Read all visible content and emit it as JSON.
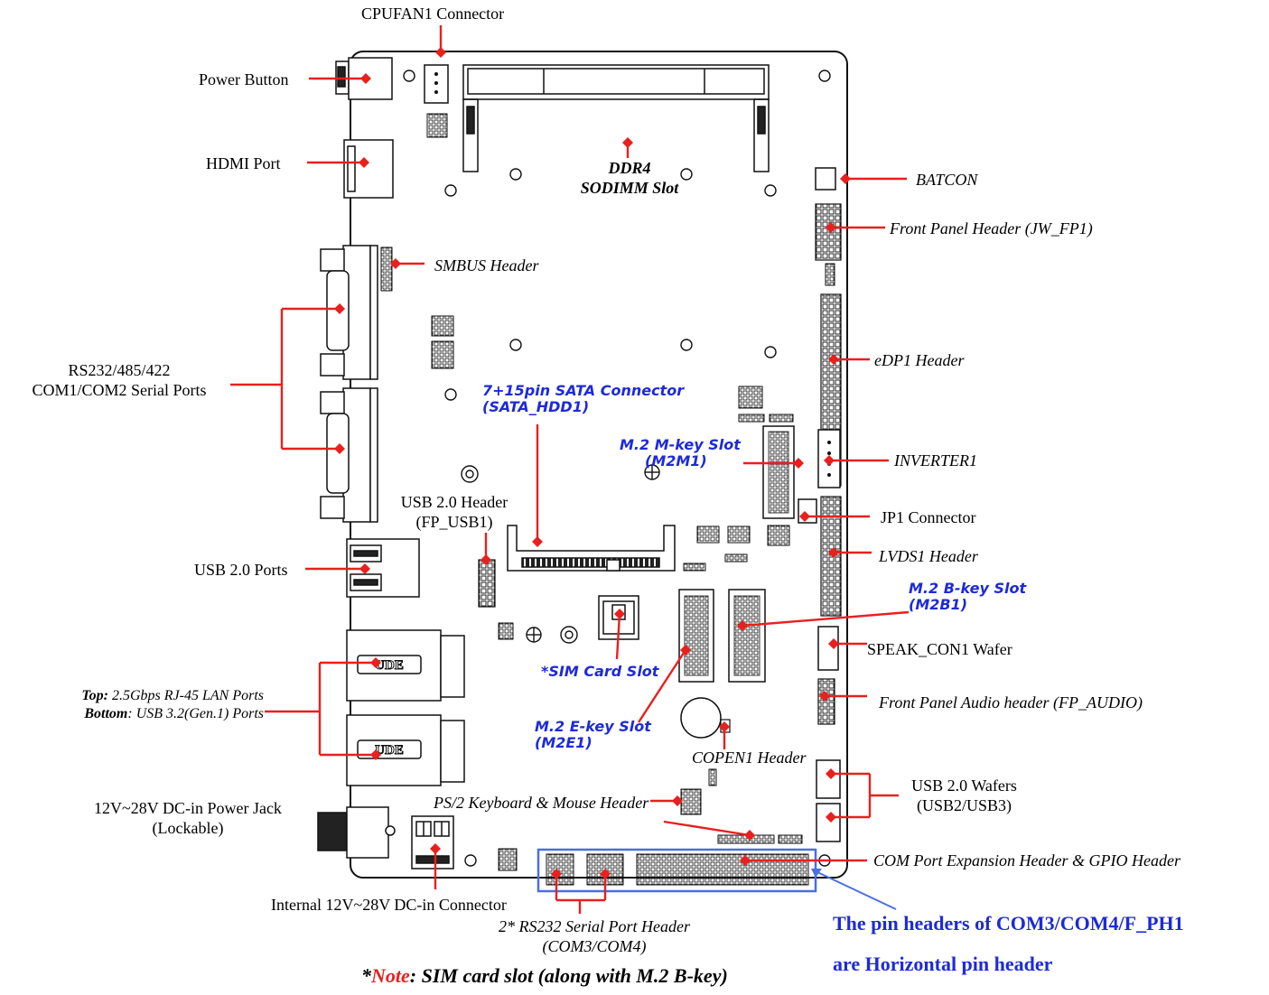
{
  "labels": {
    "cpufan": "CPUFAN1 Connector",
    "power_button": "Power Button",
    "hdmi": "HDMI Port",
    "ddr4_line1": "DDR4",
    "ddr4_line2": "SODIMM Slot",
    "batcon": "BATCON",
    "front_panel": "Front Panel Header (JW_FP1)",
    "smbus": "SMBUS Header",
    "rs232_line1": "RS232/485/422",
    "rs232_line2": "COM1/COM2 Serial Ports",
    "edp1": "eDP1 Header",
    "sata_line1": "7+15pin SATA Connector",
    "sata_line2": "(SATA_HDD1)",
    "m2m_line1": "M.2 M-key Slot",
    "m2m_line2": "(M2M1)",
    "inverter": "INVERTER1",
    "usb20_header_line1": "USB 2.0 Header",
    "usb20_header_line2": "(FP_USB1)",
    "jp1": "JP1 Connector",
    "usb20_ports": "USB 2.0 Ports",
    "lvds1": "LVDS1 Header",
    "m2b_line1": "M.2 B-key Slot",
    "m2b_line2": "(M2B1)",
    "speak": "SPEAK_CON1 Wafer",
    "sim": "*SIM Card Slot",
    "lan_top_bold": "Top:",
    "lan_top_rest": " 2.5Gbps RJ-45 LAN Ports",
    "lan_bottom_bold": "Bottom",
    "lan_bottom_rest": ": USB 3.2(Gen.1) Ports",
    "fp_audio": "Front Panel Audio header (FP_AUDIO)",
    "m2e_line1": "M.2 E-key Slot",
    "m2e_line2": "(M2E1)",
    "copen": "COPEN1 Header",
    "usb_wafers_line1": "USB 2.0 Wafers",
    "usb_wafers_line2": "(USB2/USB3)",
    "dc_jack_line1": "12V~28V DC-in Power Jack",
    "dc_jack_line2": "(Lockable)",
    "ps2": "PS/2 Keyboard & Mouse Header",
    "com_exp": "COM Port Expansion Header & GPIO Header",
    "internal_dc": "Internal 12V~28V DC-in Connector",
    "rs232_hdr_line1": "2* RS232 Serial Port Header",
    "rs232_hdr_line2": "(COM3/COM4)",
    "horiz_line1": "The pin headers of COM3/COM4/F_PH1",
    "horiz_line2": "are Horizontal pin header",
    "note_star": "*",
    "note_word": "Note",
    "note_rest": ": SIM card slot (along with M.2 B-key)"
  },
  "colors": {
    "leader": "#e8201e",
    "accent_blue": "#1d2ad8",
    "highlight_box": "#4a6fe0",
    "outline": "#111111"
  }
}
